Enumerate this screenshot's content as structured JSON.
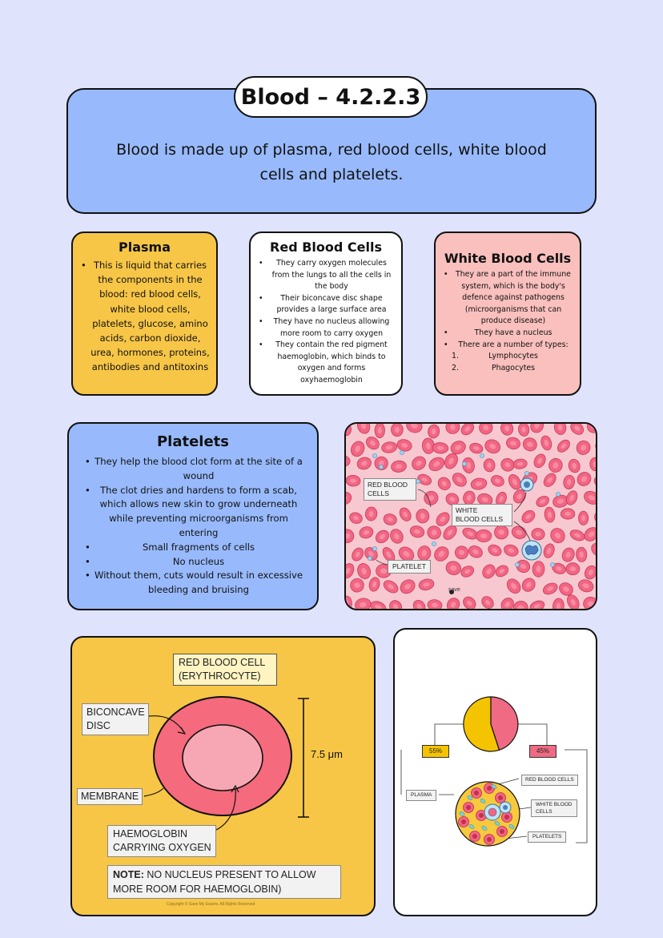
{
  "title": "Blood – 4.2.2.3",
  "intro": "Blood is made up of plasma, red blood cells, white blood cells and platelets.",
  "plasma": {
    "heading": "Plasma",
    "points": [
      "This is liquid that carries the components in the blood: red blood cells, white blood cells, platelets, glucose, amino acids, carbon dioxide, urea, hormones, proteins, antibodies and antitoxins"
    ]
  },
  "red_blood_cells": {
    "heading": "Red Blood Cells",
    "points": [
      "They carry oxygen molecules from the lungs to all the cells in the body",
      "Their biconcave disc shape provides a large surface area",
      "They have no nucleus allowing more room to carry oxygen",
      "They contain the red pigment haemoglobin, which binds to oxygen and forms oxyhaemoglobin"
    ]
  },
  "white_blood_cells": {
    "heading": "White Blood Cells",
    "points": [
      "They are a part of the immune system, which is the body's defence against pathogens (microorganisms that can produce disease)",
      "They have a nucleus",
      "There are a number of types:"
    ],
    "types": [
      {
        "num": "1.",
        "label": "Lymphocytes"
      },
      {
        "num": "2.",
        "label": "Phagocytes"
      }
    ]
  },
  "platelets": {
    "heading": "Platelets",
    "points": [
      "They help the blood clot form at the site of a wound",
      "The clot dries and hardens to form a scab, which allows new skin to grow underneath while preventing microorganisms from entering",
      "Small fragments of cells",
      "No nucleus",
      "Without them, cuts would result in excessive bleeding and bruising"
    ]
  },
  "micrograph": {
    "label_rbc_1": "RED BLOOD",
    "label_rbc_2": "CELLS",
    "label_wbc_1": "WHITE",
    "label_wbc_2": "BLOOD CELLS",
    "label_platelet": "PLATELET",
    "watermark": "save"
  },
  "rbc_diagram": {
    "title_1": "RED BLOOD CELL",
    "title_2": "(ERYTHROCYTE)",
    "biconcave_1": "BICONCAVE",
    "biconcave_2": "DISC",
    "membrane": "MEMBRANE",
    "haemoglobin_1": "HAEMOGLOBIN",
    "haemoglobin_2": "CARRYING OXYGEN",
    "size": "7.5 μm",
    "note_bold": "NOTE:",
    "note_text_1": "NO NUCLEUS PRESENT TO ALLOW",
    "note_text_2": "MORE ROOM FOR HAEMOGLOBIN)",
    "copyright": "Copyright © Save My Exams. All Rights Reserved"
  },
  "composition_diagram": {
    "plasma_pct": "55%",
    "cells_pct": "45%",
    "plasma_label": "PLASMA",
    "rbc_label": "RED BLOOD CELLS",
    "wbc_label_1": "WHITE BLOOD",
    "wbc_label_2": "CELLS",
    "platelets_label": "PLATELETS",
    "plasma_fraction": 0.55
  },
  "colors": {
    "background": "#dfe3fb",
    "blue_card": "#98bafc",
    "yellow_card": "#f7c647",
    "pink_card": "#f9c0bd",
    "rbc_red": "#f15b78",
    "plasma_yellow": "#f5c400"
  }
}
